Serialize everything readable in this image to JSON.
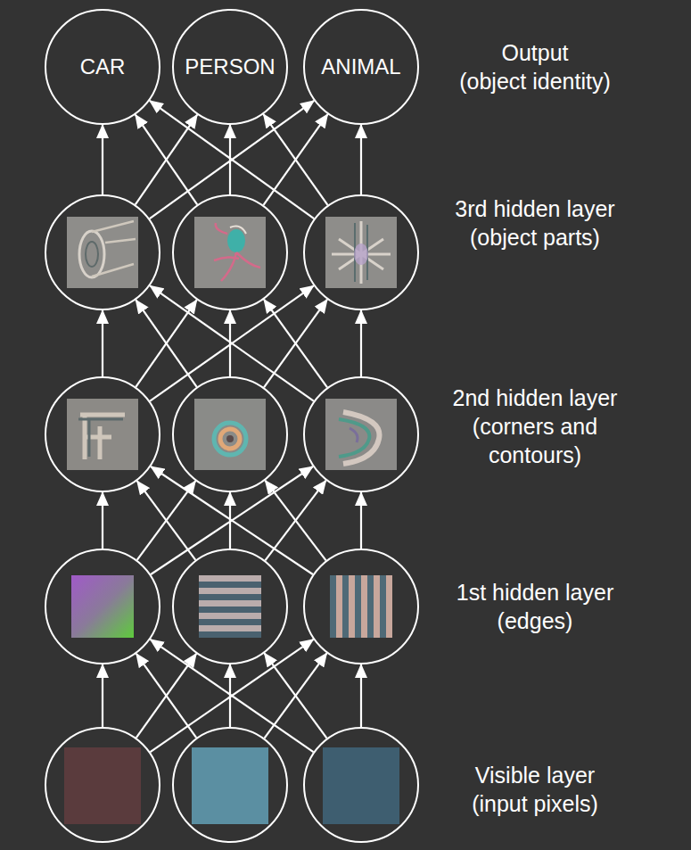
{
  "diagram": {
    "nodes": [
      {
        "text": [
          "CAR"
        ]
      },
      {
        "text": [
          "PERSON"
        ]
      },
      {
        "text": [
          "ANIMAL"
        ]
      },
      {
        "text": []
      },
      {
        "text": []
      },
      {
        "text": []
      },
      {
        "text": []
      },
      {
        "text": []
      },
      {
        "text": []
      },
      {
        "text": []
      },
      {
        "text": []
      },
      {
        "text": []
      },
      {
        "text": []
      },
      {
        "text": []
      },
      {
        "text": []
      }
    ],
    "edges": [
      {
        "from": 3,
        "to": 0,
        "arrow": "to"
      },
      {
        "from": 3,
        "to": 1,
        "arrow": "to"
      },
      {
        "from": 3,
        "to": 2,
        "arrow": "to"
      },
      {
        "from": 4,
        "to": 0,
        "arrow": "to"
      },
      {
        "from": 4,
        "to": 1,
        "arrow": "to"
      },
      {
        "from": 4,
        "to": 2,
        "arrow": "to"
      },
      {
        "from": 5,
        "to": 0,
        "arrow": "to"
      },
      {
        "from": 5,
        "to": 1,
        "arrow": "to"
      },
      {
        "from": 5,
        "to": 2,
        "arrow": "to"
      },
      {
        "from": 6,
        "to": 3,
        "arrow": "to"
      },
      {
        "from": 6,
        "to": 4,
        "arrow": "to"
      },
      {
        "from": 6,
        "to": 5,
        "arrow": "to"
      },
      {
        "from": 7,
        "to": 3,
        "arrow": "to"
      },
      {
        "from": 7,
        "to": 4,
        "arrow": "to"
      },
      {
        "from": 7,
        "to": 5,
        "arrow": "to"
      },
      {
        "from": 8,
        "to": 3,
        "arrow": "to"
      },
      {
        "from": 8,
        "to": 4,
        "arrow": "to"
      },
      {
        "from": 8,
        "to": 5,
        "arrow": "to"
      },
      {
        "from": 9,
        "to": 6,
        "arrow": "to"
      },
      {
        "from": 9,
        "to": 7,
        "arrow": "to"
      },
      {
        "from": 9,
        "to": 8,
        "arrow": "to"
      },
      {
        "from": 10,
        "to": 6,
        "arrow": "to"
      },
      {
        "from": 10,
        "to": 7,
        "arrow": "to"
      },
      {
        "from": 10,
        "to": 8,
        "arrow": "to"
      },
      {
        "from": 11,
        "to": 6,
        "arrow": "to"
      },
      {
        "from": 11,
        "to": 7,
        "arrow": "to"
      },
      {
        "from": 11,
        "to": 8,
        "arrow": "to"
      },
      {
        "from": 12,
        "to": 9,
        "arrow": "to"
      },
      {
        "from": 12,
        "to": 10,
        "arrow": "to"
      },
      {
        "from": 12,
        "to": 11,
        "arrow": "to"
      },
      {
        "from": 13,
        "to": 9,
        "arrow": "to"
      },
      {
        "from": 13,
        "to": 10,
        "arrow": "to"
      },
      {
        "from": 13,
        "to": 11,
        "arrow": "to"
      },
      {
        "from": 14,
        "to": 9,
        "arrow": "to"
      },
      {
        "from": 14,
        "to": 10,
        "arrow": "to"
      },
      {
        "from": 14,
        "to": 11,
        "arrow": "to"
      }
    ],
    "labels": [
      "Output (object identity)",
      "3rd hidden layer (object parts)",
      "2nd hidden layer (corners and contours)",
      "1st hidden layer (edges)",
      "Visible layer (input pixels)"
    ]
  }
}
